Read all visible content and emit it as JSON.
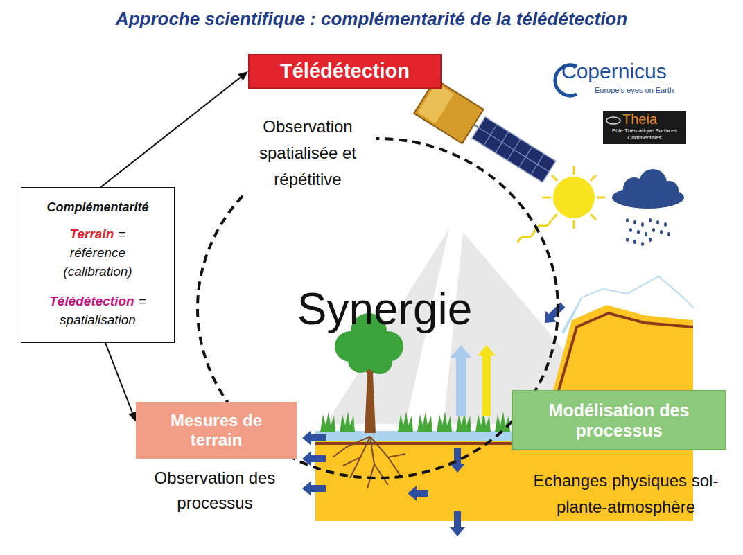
{
  "diagram": {
    "title": "Approche scientifique : complémentarité de la télédétection",
    "nodes": [
      {
        "text": [
          "Télédétection",
          "Observation spatialisée et répétitive"
        ]
      },
      {
        "text": [
          "Complémentarité",
          "Terrain",
          "= référence (calibration)",
          "Télédétection",
          "= spatialisation"
        ]
      },
      {
        "text": [
          "Mesures de terrain",
          "Observation des processus"
        ]
      },
      {
        "text": [
          "Modélisation des processus",
          "Echanges physiques sol-plante-atmosphère"
        ]
      }
    ],
    "edges": [
      {
        "from": 1,
        "to": 0,
        "arrow": "to"
      },
      {
        "from": 1,
        "to": 2,
        "arrow": "to"
      }
    ],
    "labels": [
      "Synergie",
      "Copernicus",
      "Europe's eyes on Earth",
      "Theia",
      "Pôle Thématique Surfaces Continentales"
    ]
  }
}
